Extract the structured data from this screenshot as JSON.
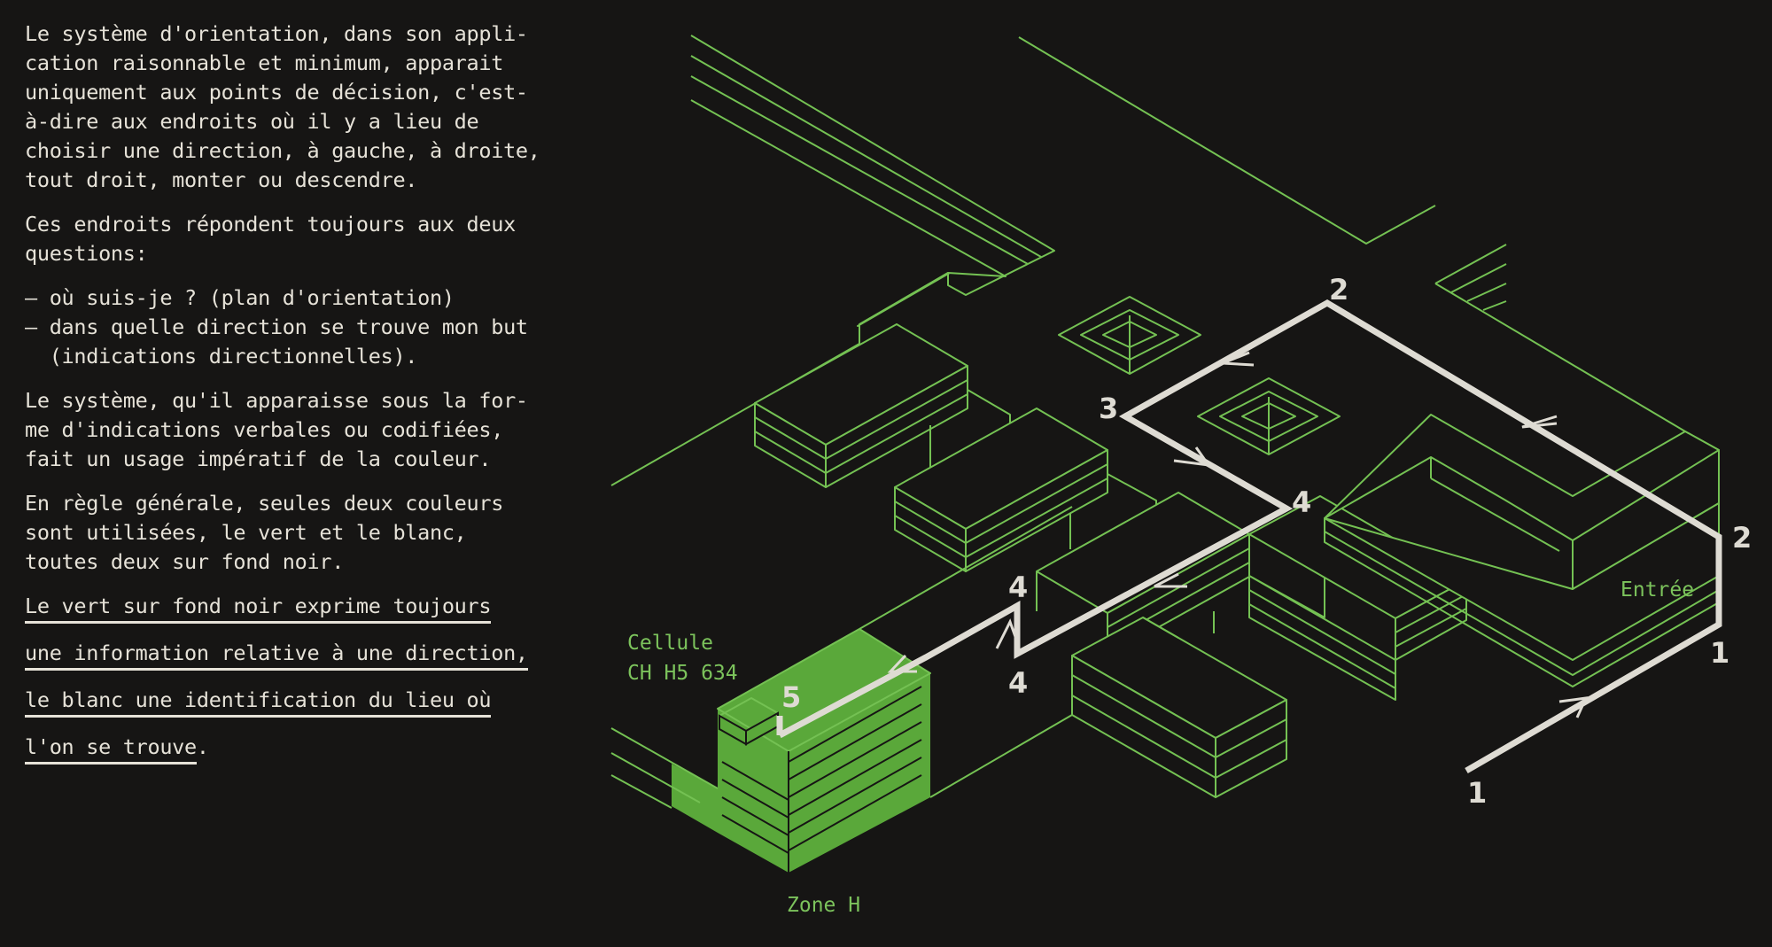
{
  "text": {
    "p1": "Le système d'orientation, dans son appli-\ncation raisonnable et minimum, apparait\nuniquement aux points de décision, c'est-\nà-dire aux endroits où il y a lieu de\nchoisir une direction, à gauche, à droite,\ntout droit, monter ou descendre.",
    "p2": "Ces endroits répondent toujours aux deux\nquestions:",
    "b1": "– où suis-je ? (plan d'orientation)",
    "b2": "– dans quelle direction se trouve mon but",
    "b3": "  (indications directionnelles).",
    "p3": "Le système, qu'il apparaisse sous la for-\nme d'indications verbales ou codifiées,\nfait un usage impératif de la couleur.",
    "p4": "En règle générale, seules deux couleurs\nsont utilisées, le vert et le blanc,\ntoutes deux sur fond noir.",
    "u1": "Le vert sur fond noir exprime toujours",
    "u2": "une information relative à une direction,",
    "u3": "le blanc une identification du lieu où",
    "u4": "l'on se trouve",
    "u4_end": "."
  },
  "diagram": {
    "label_cellule_1": "Cellule",
    "label_cellule_2": "CH H5 634",
    "label_zone": "Zone H",
    "label_entree": "Entrée",
    "n1a": "1",
    "n1b": "1",
    "n2a": "2",
    "n2b": "2",
    "n3": "3",
    "n4a": "4",
    "n4b": "4",
    "n4c": "4",
    "n5": "5"
  },
  "colors": {
    "background": "#161514",
    "green": "#74c153",
    "white": "#dedbd3"
  }
}
